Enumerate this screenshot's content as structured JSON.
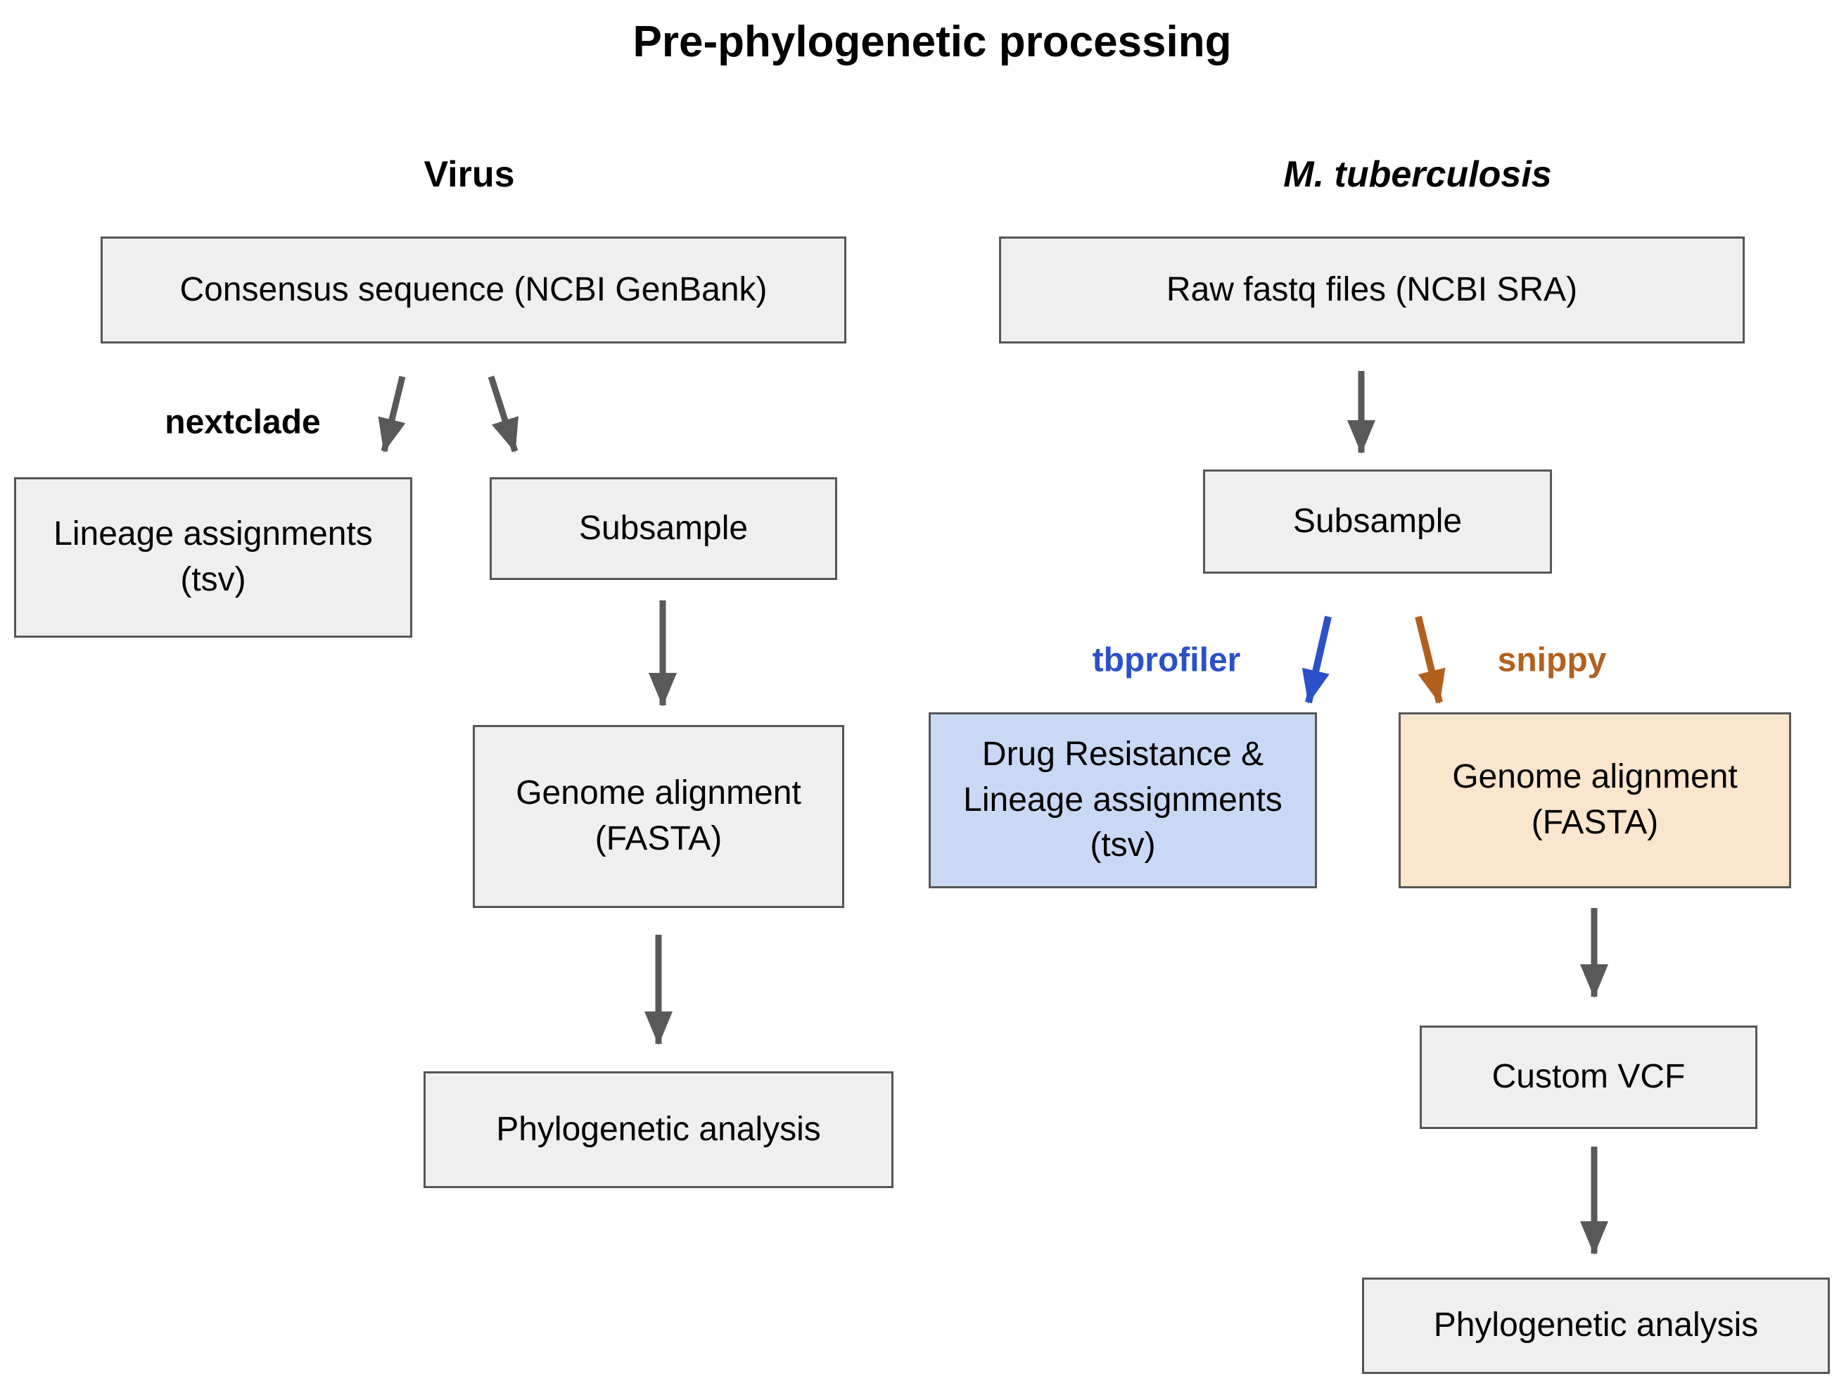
{
  "title": "Pre-phylogenetic processing",
  "columns": {
    "virus": {
      "header": "Virus"
    },
    "mtb": {
      "header": "M. tuberculosis"
    }
  },
  "tools": {
    "nextclade": {
      "label": "nextclade",
      "color": "#000000"
    },
    "tbprofiler": {
      "label": "tbprofiler",
      "color": "#2b50c8"
    },
    "snippy": {
      "label": "snippy",
      "color": "#b2601e"
    }
  },
  "nodes": {
    "consensus": {
      "label": "Consensus sequence (NCBI GenBank)",
      "fill": "#efefef"
    },
    "raw_fastq": {
      "label": "Raw fastq files (NCBI SRA)",
      "fill": "#efefef"
    },
    "lineage_assignments": {
      "label": "Lineage assignments\n(tsv)",
      "fill": "#efefef"
    },
    "subsample_virus": {
      "label": "Subsample",
      "fill": "#efefef"
    },
    "subsample_mtb": {
      "label": "Subsample",
      "fill": "#efefef"
    },
    "genome_alignment_virus": {
      "label": "Genome alignment\n(FASTA)",
      "fill": "#efefef"
    },
    "drug_resistance": {
      "label": "Drug Resistance &\nLineage assignments\n(tsv)",
      "fill": "#c9d9f5"
    },
    "genome_alignment_mtb": {
      "label": "Genome alignment\n(FASTA)",
      "fill": "#fae5cd"
    },
    "phylogenetic_virus": {
      "label": "Phylogenetic analysis",
      "fill": "#efefef"
    },
    "custom_vcf": {
      "label": "Custom VCF",
      "fill": "#efefef"
    },
    "phylogenetic_mtb": {
      "label": "Phylogenetic analysis",
      "fill": "#efefef"
    }
  },
  "colors": {
    "box_border": "#565656",
    "arrow_gray": "#595959",
    "arrow_blue": "#2b50c8",
    "arrow_orange": "#b2601e"
  }
}
